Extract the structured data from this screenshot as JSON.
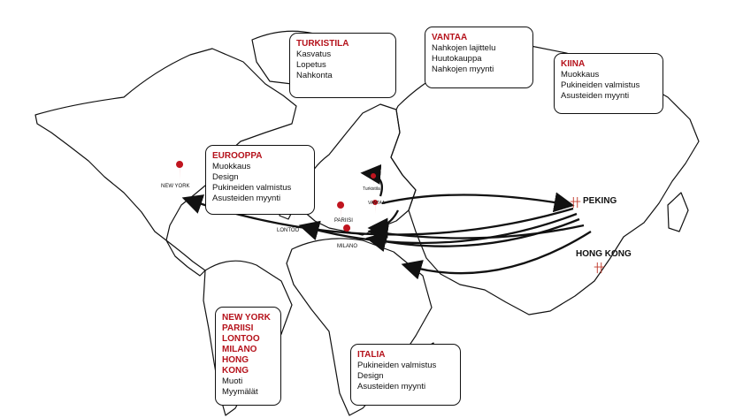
{
  "boxes": {
    "turkistila": {
      "title": "TURKISTILA",
      "lines": [
        "Kasvatus",
        "Lopetus",
        "Nahkonta"
      ]
    },
    "vantaa": {
      "title": "VANTAA",
      "lines": [
        "Nahkojen lajittelu",
        "Huutokauppa",
        "Nahkojen myynti"
      ]
    },
    "kiina": {
      "title": "KIINA",
      "lines": [
        "Muokkaus",
        "Pukineiden valmistus",
        "Asusteiden myynti"
      ]
    },
    "eurooppa": {
      "title": "EUROOPPA",
      "lines": [
        "Muokkaus",
        "Design",
        "Pukineiden valmistus",
        "Asusteiden myynti"
      ]
    },
    "retail": {
      "title_lines": [
        "NEW YORK",
        "PARIISI",
        "LONTOO",
        "MILANO",
        "HONG KONG"
      ],
      "lines": [
        "Muoti",
        "Myymälät"
      ]
    },
    "italia": {
      "title": "ITALIA",
      "lines": [
        "Pukineiden valmistus",
        "Design",
        "Asusteiden myynti"
      ]
    }
  },
  "cities": {
    "new_york": "NEW YORK",
    "lontoo": "LONTOO",
    "pariisi": "PARIISI",
    "milano": "MILANO",
    "turkistila": "Turkistila",
    "vantaa": "VANTAA",
    "peking": "PEKING",
    "hong_kong": "HONG KONG"
  },
  "symbols": {
    "peking": "卄",
    "hong_kong": "卄"
  },
  "colors": {
    "accent": "#b5121b",
    "line": "#111111",
    "pin": "#c0151f"
  }
}
